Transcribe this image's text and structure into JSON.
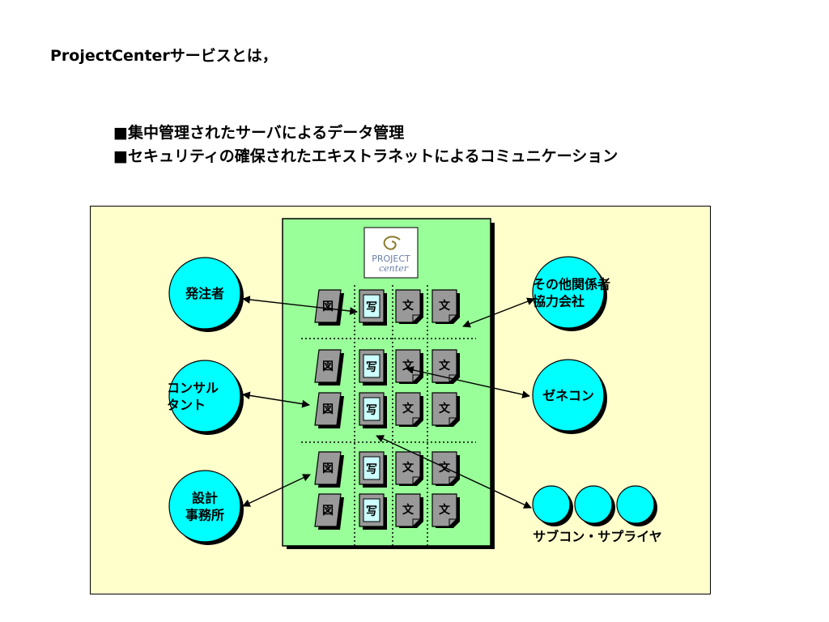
{
  "title": "ProjectCenterサービスとは，",
  "bullets": [
    "■集中管理されたサーバによるデータ管理",
    "■セキュリティの確保されたエキストラネットによるコミュニケーション"
  ],
  "logo": {
    "line1": "PROJECT",
    "line2": "center"
  },
  "left_parties": [
    {
      "id": "client",
      "lines": [
        "発注者"
      ]
    },
    {
      "id": "consultant",
      "lines": [
        "コンサル",
        "タント"
      ]
    },
    {
      "id": "design-office",
      "lines": [
        "設計",
        "事務所"
      ]
    }
  ],
  "right_parties": [
    {
      "id": "others",
      "lines": [
        "その他関係者",
        "協力会社"
      ]
    },
    {
      "id": "general-contractor",
      "lines": [
        "ゼネコン"
      ]
    }
  ],
  "subcontractor_label": "サブコン・サプライヤ",
  "document_types": {
    "drawing": "図",
    "photo": "写",
    "text": "文"
  },
  "colors": {
    "panel": "#ffffcc",
    "server": "#99ff99",
    "party": "#00ffff",
    "doc_gray": "#999999",
    "photo_fill": "#ccffff"
  }
}
